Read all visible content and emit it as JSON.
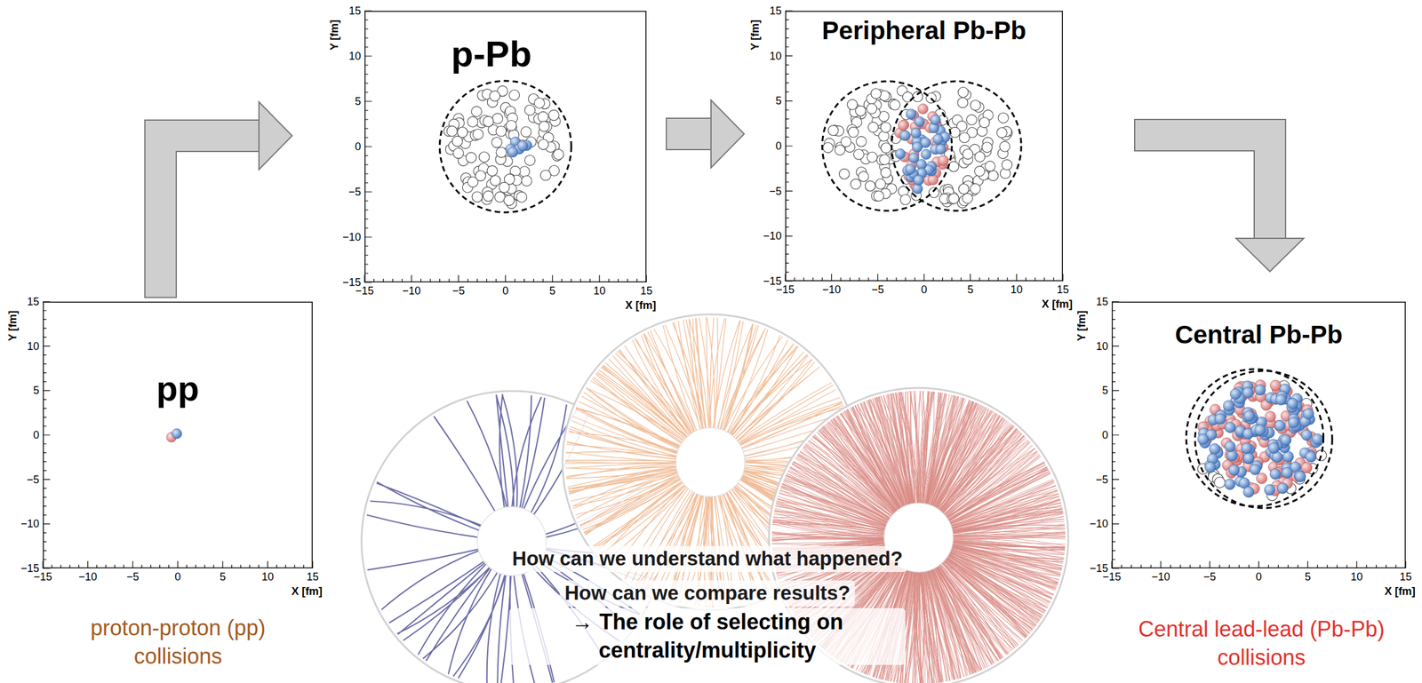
{
  "diagram": {
    "nodes": [
      {
        "text": [
          "p-Pb",
          "Y [fm]",
          "X [fm]",
          "15",
          "10",
          "5",
          "0",
          "−5",
          "−10",
          "−15",
          "−15",
          "−10",
          "−5",
          "0",
          "5",
          "10",
          "15"
        ]
      },
      {
        "text": [
          "Peripheral Pb-Pb",
          "Y [fm]",
          "X [fm]",
          "15",
          "10",
          "5",
          "0",
          "−5",
          "−10",
          "−15",
          "−15",
          "−10",
          "−5",
          "0",
          "5",
          "10",
          "15"
        ]
      },
      {
        "text": [
          "pp",
          "Y [fm]",
          "X [fm]",
          "15",
          "10",
          "5",
          "0",
          "−5",
          "−10",
          "−15",
          "−15",
          "−10",
          "−5",
          "0",
          "5",
          "10",
          "15"
        ]
      },
      {
        "text": [
          "Central Pb-Pb",
          "Y [fm]",
          "X [fm]",
          "15",
          "10",
          "5",
          "0",
          "−5",
          "−10",
          "−15",
          "−15",
          "−10",
          "−5",
          "0",
          "5",
          "10",
          "15"
        ]
      }
    ],
    "edges": [
      {
        "from": 2,
        "to": 0,
        "arrow": "to"
      },
      {
        "from": 0,
        "to": 1,
        "arrow": "to"
      },
      {
        "from": 1,
        "to": 3,
        "arrow": "to"
      }
    ],
    "labels": [
      "proton-proton (pp) collisions",
      "How can we understand what happened?",
      "How can we compare results?",
      "→ The role of selecting on centrality/multiplicity",
      "Central lead-lead (Pb-Pb) collisions"
    ]
  }
}
